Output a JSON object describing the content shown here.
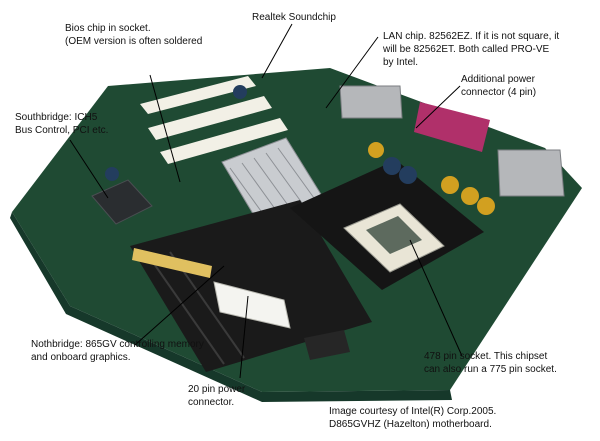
{
  "callouts": {
    "realtek": "Realtek Soundchip",
    "bios_line1": "Bios chip in socket.",
    "bios_line2": "(OEM version is often soldered",
    "lan_line1": "LAN chip. 82562EZ. If it is not square, it",
    "lan_line2": "will be 82562ET. Both called PRO-VE",
    "lan_line3": "by Intel.",
    "power4_line1": "Additional power",
    "power4_line2": "connector (4 pin)",
    "south_line1": "Southbridge: ICH5",
    "south_line2": "Bus Control, PCI etc.",
    "north_line1": "Nothbridge: 865GV controlling memory",
    "north_line2": "and onboard graphics.",
    "power20_line1": "20 pin power",
    "power20_line2": "connector.",
    "socket_line1": "478 pin socket. This chipset",
    "socket_line2": "can also run a 775 pin socket.",
    "credit_line1": "Image courtesy of Intel(R) Corp.2005.",
    "credit_line2": "D865GVHZ (Hazelton) motherboard."
  },
  "colors": {
    "pcb": "#1f4a33",
    "pcb_dark": "#16382a",
    "heatsink": "#c9ccd0",
    "slot_white": "#f2f0e6",
    "dimm_black": "#1a1a1a",
    "io_magenta": "#b0306a",
    "leader": "#000000"
  }
}
